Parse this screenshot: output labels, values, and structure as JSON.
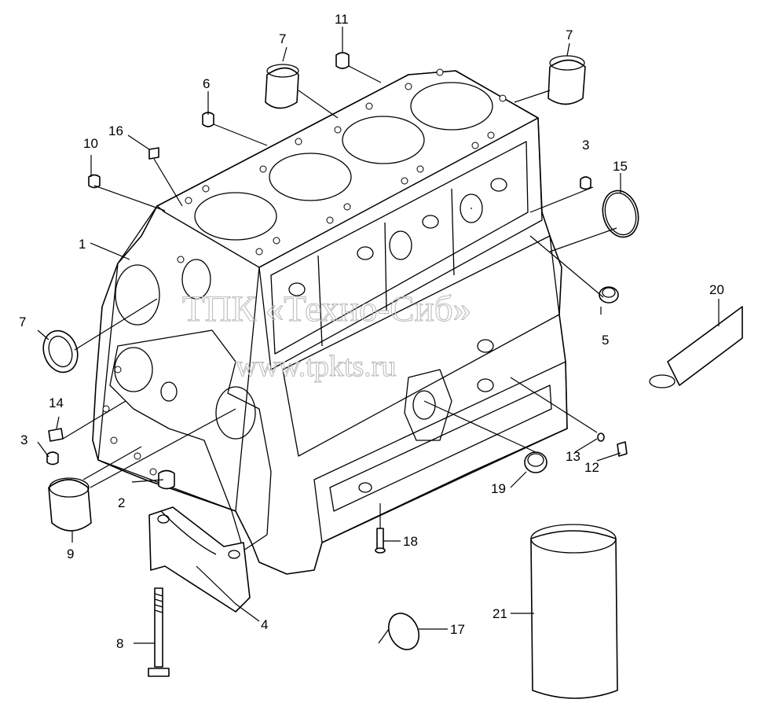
{
  "watermark": {
    "line1": "ТПК «Техно-Сиб»",
    "line2": "www.tpkts.ru"
  },
  "callouts": [
    {
      "id": "c1",
      "text": "1"
    },
    {
      "id": "c2",
      "text": "2"
    },
    {
      "id": "c3a",
      "text": "3"
    },
    {
      "id": "c3b",
      "text": "3"
    },
    {
      "id": "c4",
      "text": "4"
    },
    {
      "id": "c5",
      "text": "5"
    },
    {
      "id": "c6",
      "text": "6"
    },
    {
      "id": "c7a",
      "text": "7"
    },
    {
      "id": "c7b",
      "text": "7"
    },
    {
      "id": "c7c",
      "text": "7"
    },
    {
      "id": "c8",
      "text": "8"
    },
    {
      "id": "c9",
      "text": "9"
    },
    {
      "id": "c10",
      "text": "10"
    },
    {
      "id": "c11",
      "text": "11"
    },
    {
      "id": "c12",
      "text": "12"
    },
    {
      "id": "c13",
      "text": "13"
    },
    {
      "id": "c14",
      "text": "14"
    },
    {
      "id": "c15",
      "text": "15"
    },
    {
      "id": "c16",
      "text": "16"
    },
    {
      "id": "c17",
      "text": "17"
    },
    {
      "id": "c18",
      "text": "18"
    },
    {
      "id": "c19",
      "text": "19"
    },
    {
      "id": "c20",
      "text": "20"
    },
    {
      "id": "c21",
      "text": "21"
    }
  ]
}
